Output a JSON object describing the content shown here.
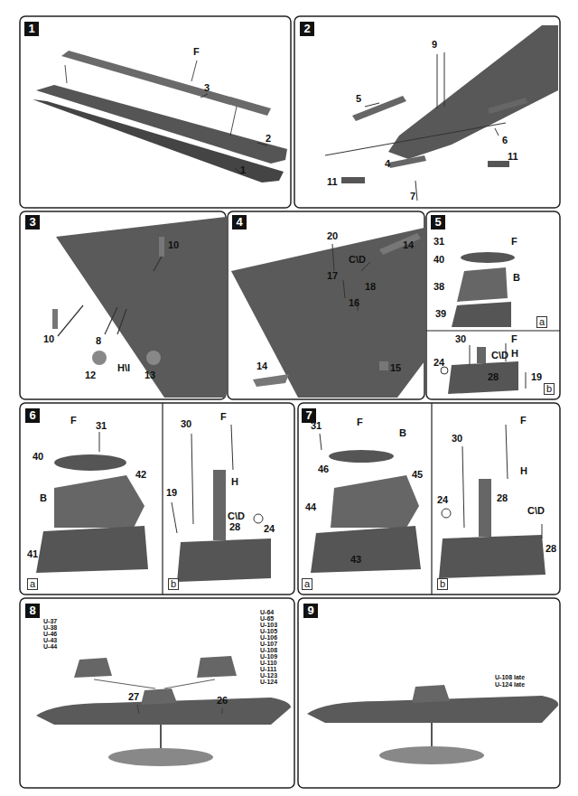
{
  "diagram": {
    "labels": [
      "1",
      "F",
      "3",
      "2",
      "1",
      "2",
      "9",
      "5",
      "6",
      "11",
      "4",
      "11",
      "7",
      "3",
      "10",
      "10",
      "8",
      "12",
      "H\\I",
      "13",
      "4",
      "20",
      "C\\D",
      "14",
      "17",
      "18",
      "16",
      "14",
      "15",
      "5",
      "31",
      "F",
      "40",
      "B",
      "38",
      "39",
      "a",
      "30",
      "F",
      "H",
      "24",
      "C\\D",
      "28",
      "19",
      "b",
      "6",
      "F",
      "31",
      "40",
      "B",
      "42",
      "41",
      "a",
      "30",
      "F",
      "H",
      "19",
      "C\\D",
      "28",
      "24",
      "b",
      "7",
      "31",
      "F",
      "B",
      "46",
      "45",
      "44",
      "43",
      "a",
      "30",
      "F",
      "H",
      "24",
      "28",
      "C\\D",
      "28",
      "b",
      "8",
      "U-37",
      "U-38",
      "U-46",
      "U-43",
      "U-44",
      "U-64",
      "U-65",
      "U-103",
      "U-105",
      "U-106",
      "U-107",
      "U-108",
      "U-109",
      "U-110",
      "U-111",
      "U-123",
      "U-124",
      "27",
      "26",
      "9",
      "U-108 late",
      "U-124 late"
    ]
  }
}
